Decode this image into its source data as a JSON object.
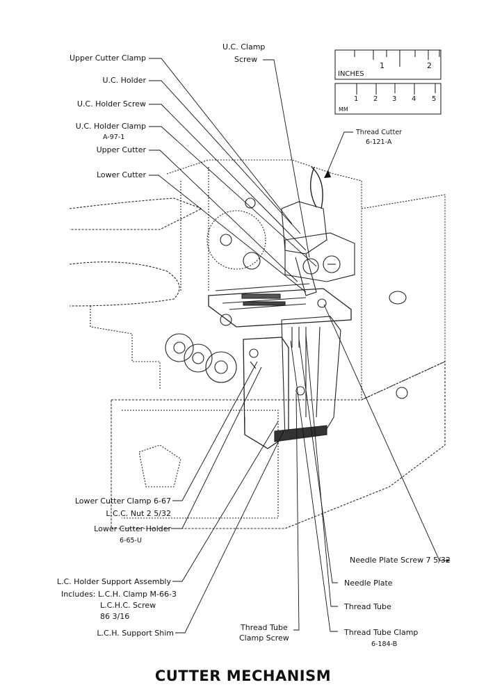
{
  "labels": {
    "upper_cutter_clamp": "Upper Cutter Clamp",
    "uc_holder": "U.C. Holder",
    "uc_holder_screw": "U.C. Holder Screw",
    "uc_holder_clamp": "U.C. Holder Clamp",
    "uc_holder_clamp_part": "A-97-1",
    "upper_cutter": "Upper Cutter",
    "lower_cutter": "Lower Cutter",
    "uc_clamp_screw_1": "U.C. Clamp",
    "uc_clamp_screw_2": "Screw",
    "thread_cutter": "Thread Cutter",
    "thread_cutter_part": "6-121-A",
    "lower_cutter_clamp": "Lower Cutter Clamp 6-67",
    "lcc_nut": "L.C.C. Nut 2 5/32",
    "lower_cutter_holder": "Lower Cutter Holder",
    "lower_cutter_holder_part": "6-65-U",
    "needle_plate_screw": "Needle Plate Screw 7 5/32",
    "lc_holder_support": "L.C. Holder Support Assembly",
    "includes_lch_clamp": "Includes: L.C.H. Clamp M-66-3",
    "lchc_screw": "L.C.H.C. Screw",
    "lchc_screw_size": "86  3/16",
    "needle_plate": "Needle Plate",
    "thread_tube": "Thread Tube",
    "thread_tube_clamp_screw_1": "Thread Tube",
    "thread_tube_clamp_screw_2": "Clamp Screw",
    "thread_tube_clamp": "Thread Tube Clamp",
    "thread_tube_clamp_part": "6-184-B",
    "lch_support_shim": "L.C.H. Support Shim"
  },
  "scale": {
    "inches_label": "INCHES",
    "inch_ticks": [
      "1",
      "2"
    ],
    "mm_label": "MM",
    "mm_ticks": [
      "1",
      "2",
      "3",
      "4",
      "5"
    ]
  },
  "title": "CUTTER MECHANISM"
}
